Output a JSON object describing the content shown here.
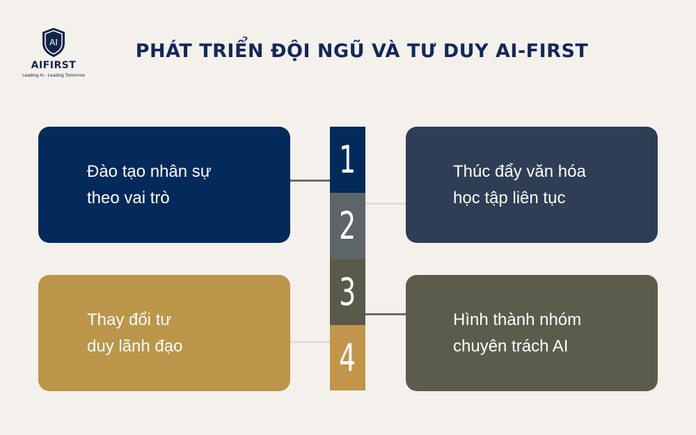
{
  "logo": {
    "mark": "AI",
    "name": "AIFIRST",
    "tagline": "Leading AI - Leading Tomorrow"
  },
  "title": "PHÁT TRIỂN ĐỘI NGŨ VÀ TƯ DUY AI-FIRST",
  "steps": [
    {
      "number": "1",
      "line1": "Đào tạo nhân sự",
      "line2": "theo vai trò",
      "color": "#042a5b"
    },
    {
      "number": "2",
      "line1": "Thúc đẩy văn hóa",
      "line2": "học tập liên tục",
      "color": "#2f3e55"
    },
    {
      "number": "3",
      "line1": "Hình thành nhóm",
      "line2": "chuyên trách AI",
      "color": "#5c5c4d"
    },
    {
      "number": "4",
      "line1": "Thay đổi tư",
      "line2": "duy lãnh đạo",
      "color": "#bb9549"
    }
  ]
}
